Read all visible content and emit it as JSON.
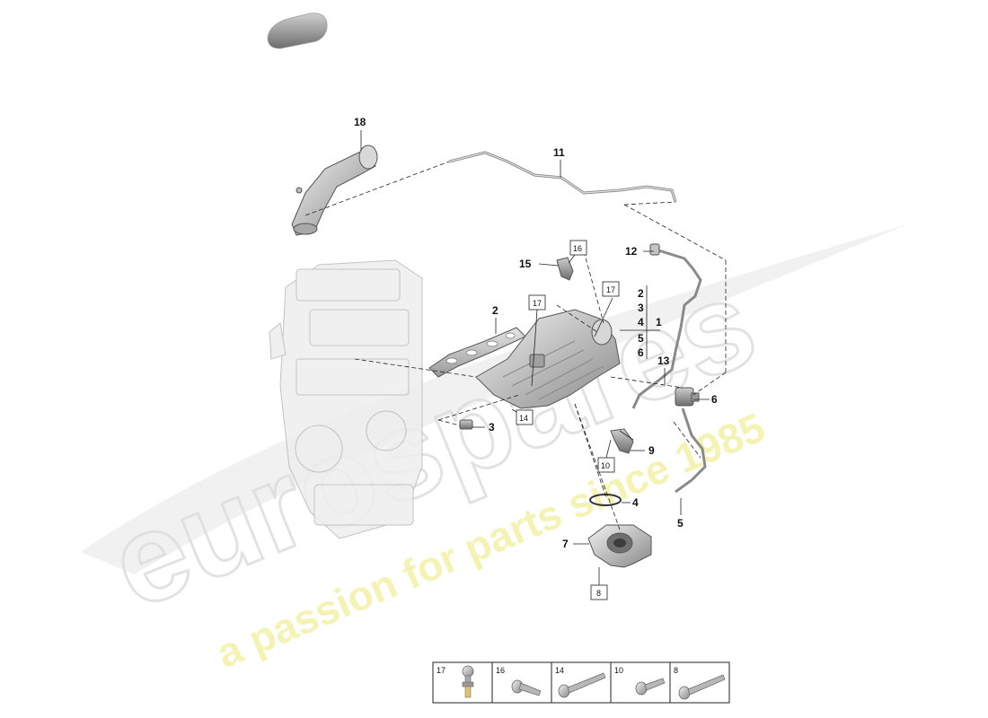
{
  "diagram": {
    "watermark": {
      "brand": "eurospares",
      "tagline": "a passion for parts since 1985"
    },
    "callouts": [
      {
        "id": "c18",
        "label": "18"
      },
      {
        "id": "c11",
        "label": "11"
      },
      {
        "id": "c12",
        "label": "12"
      },
      {
        "id": "c15",
        "label": "15"
      },
      {
        "id": "c2a",
        "label": "2"
      },
      {
        "id": "c2b",
        "label": "2"
      },
      {
        "id": "c3a",
        "label": "3"
      },
      {
        "id": "c4a",
        "label": "4"
      },
      {
        "id": "c1",
        "label": "1"
      },
      {
        "id": "c5a",
        "label": "5"
      },
      {
        "id": "c6a",
        "label": "6"
      },
      {
        "id": "c13",
        "label": "13"
      },
      {
        "id": "c6b",
        "label": "6"
      },
      {
        "id": "c3b",
        "label": "3"
      },
      {
        "id": "c9",
        "label": "9"
      },
      {
        "id": "c4b",
        "label": "4"
      },
      {
        "id": "c5b",
        "label": "5"
      },
      {
        "id": "c7",
        "label": "7"
      }
    ],
    "boxed_refs": [
      {
        "id": "b16",
        "label": "16"
      },
      {
        "id": "b17a",
        "label": "17"
      },
      {
        "id": "b17b",
        "label": "17"
      },
      {
        "id": "b14",
        "label": "14"
      },
      {
        "id": "b10",
        "label": "10"
      },
      {
        "id": "b8",
        "label": "8"
      }
    ],
    "fastener_legend": [
      "17",
      "16",
      "14",
      "10",
      "8"
    ]
  }
}
